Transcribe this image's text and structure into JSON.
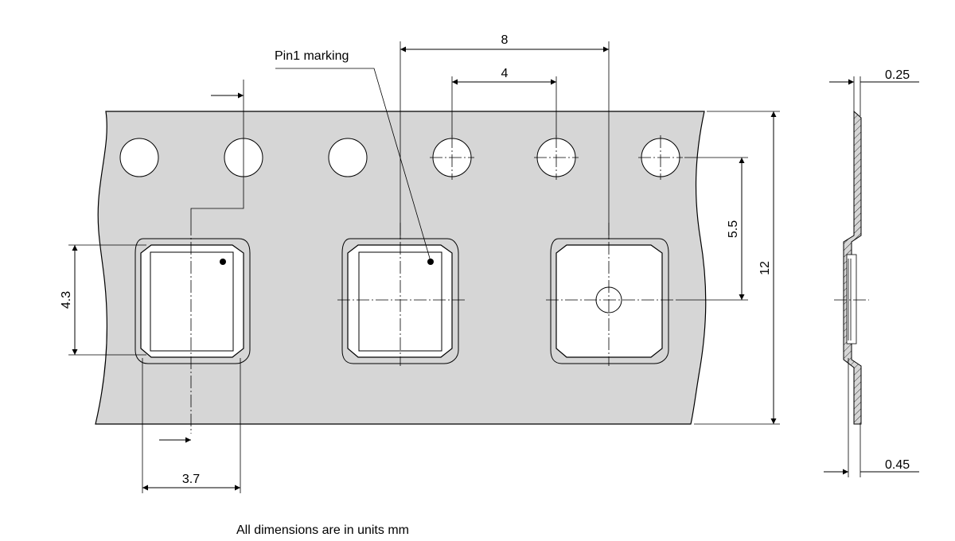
{
  "labels": {
    "pin1": "Pin1 marking",
    "footnote": "All dimensions are in units mm"
  },
  "dimensions": {
    "pocket_pitch": "8",
    "hole_pitch": "4",
    "hole_to_pocket": "5.5",
    "tape_width": "12",
    "pocket_height": "4.3",
    "pocket_width": "3.7",
    "tape_thickness": "0.25",
    "total_thickness": "0.45"
  },
  "colors": {
    "tape": "#d6d6d6",
    "line": "#000000",
    "background": "#ffffff"
  }
}
